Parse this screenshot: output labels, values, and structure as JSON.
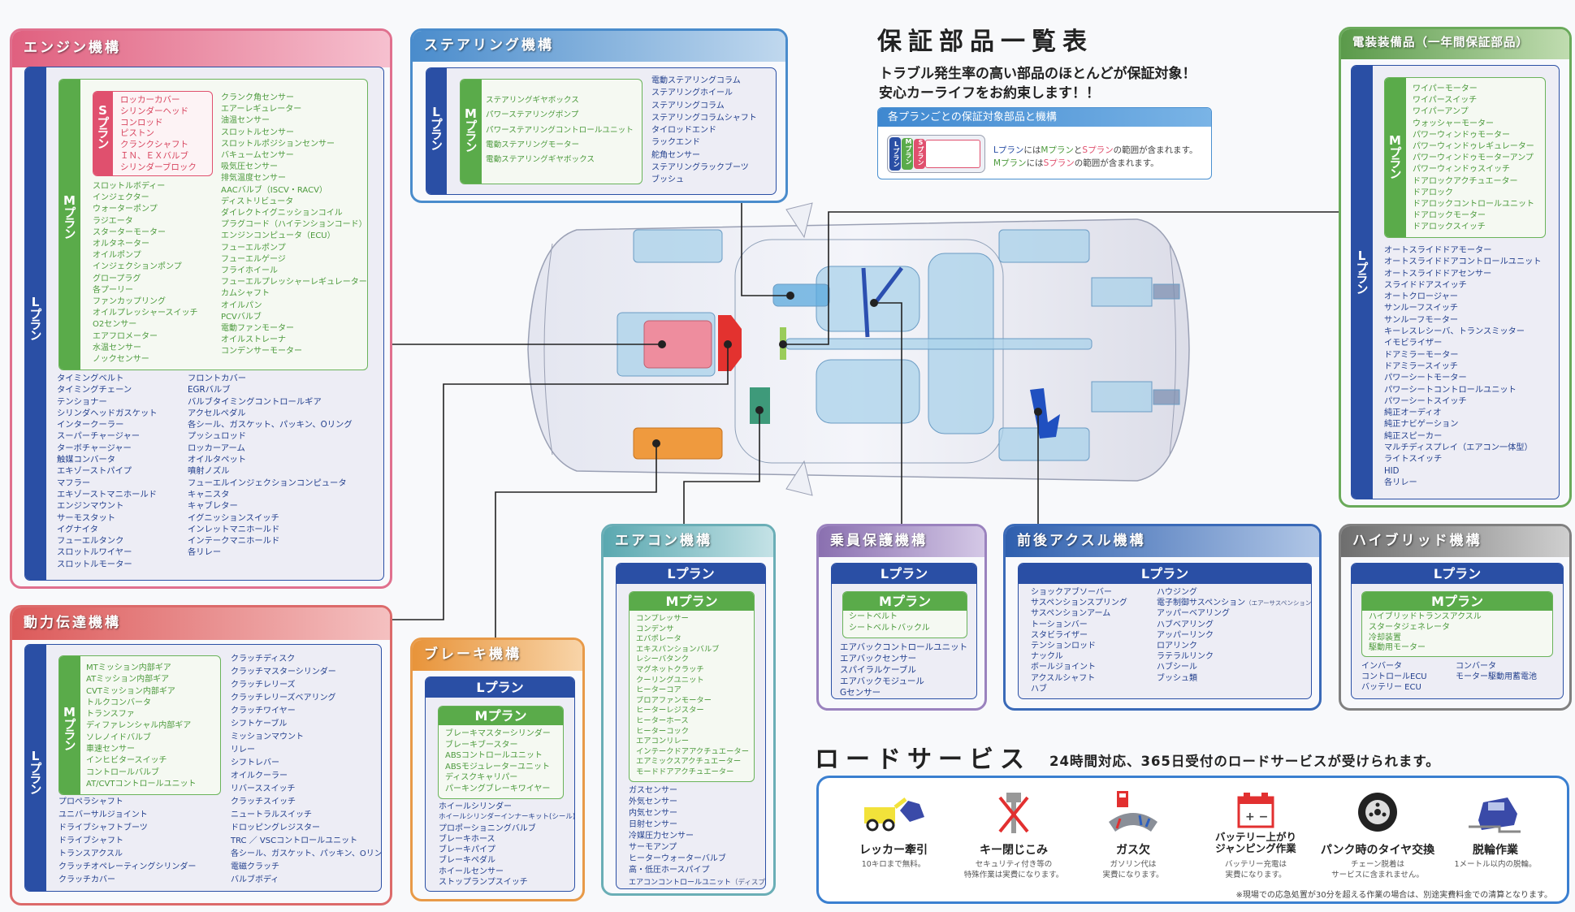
{
  "header": {
    "title": "保証部品一覧表",
    "subtitle_1": "トラブル発生率の高い部品のほとんどが保証対象！",
    "subtitle_2": "安心カーライフをお約束します！！",
    "info_title": "各プランごとの保証対象部品と機構",
    "legend_l": "Lプラン",
    "legend_m": "Mプラン",
    "legend_s": "Sプラン",
    "line1": {
      "a": "Lプラン",
      "b": "には",
      "c": "Mプラン",
      "d": "と",
      "e": "Sプラン",
      "f": "の範囲が含まれます。"
    },
    "line2": {
      "a": "Mプラン",
      "b": "には",
      "c": "Sプラン",
      "d": "の範囲が含まれます。"
    }
  },
  "engine": {
    "title": "エンジン機構",
    "l_label": "Lプラン",
    "m_label": "Mプラン",
    "s_label": "Sプラン",
    "s_items": [
      "ロッカーカバー",
      "シリンダーヘッド",
      "コンロッド",
      "ピストン",
      "クランクシャフト",
      "ＩＮ、ＥＸバルブ",
      "シリンダーブロック"
    ],
    "m_left": [
      "スロットルボディー",
      "インジェクター",
      "ウォーターポンプ",
      "ラジエータ",
      "スターターモーター",
      "オルタネーター",
      "オイルポンプ",
      "インジェクションポンプ",
      "グロープラグ",
      "各プーリー",
      "ファンカップリング",
      "オイルプレッシャースイッチ",
      "O2センサー",
      "エアフロメーター",
      "水温センサー",
      "ノックセンサー"
    ],
    "m_right": [
      "クランク角センサー",
      "エアーレギュレーター",
      "油温センサー",
      "スロットルセンサー",
      "スロットルポジションセンサー",
      "バキュームセンサー",
      "吸気圧センサー",
      "排気温度センサー",
      "AACバルブ（ISCV・RACV）",
      "ディストリビュータ",
      "ダイレクトイグニッションコイル",
      "プラグコード（ハイテンションコード）",
      "エンジンコンピュータ（ECU）",
      "フューエルポンプ",
      "フューエルゲージ",
      "フライホイール",
      "フューエルプレッシャーレギュレーター",
      "カムシャフト",
      "オイルパン",
      "PCVバルブ",
      "電動ファンモーター",
      "オイルストレーナ",
      "コンデンサーモーター"
    ],
    "l_col1": [
      "タイミングベルト",
      "タイミングチェーン",
      "テンショナー",
      "シリンダヘッドガスケット",
      "インタークーラー",
      "スーパーチャージャー",
      "ターボチャージャー",
      "触媒コンバータ",
      "エキゾーストパイプ",
      "マフラー",
      "エキゾーストマニホールド",
      "エンジンマウント",
      "サーモスタット",
      "イグナイタ",
      "フューエルタンク",
      "スロットルワイヤー",
      "スロットルモーター"
    ],
    "l_col2": [
      "フロントカバー",
      "EGRバルブ",
      "バルブタイミングコントロールギア",
      "アクセルペダル",
      "各シール、ガスケット、パッキン、Oリング",
      "プッシュロッド",
      "ロッカーアーム",
      "オイルタペット",
      "噴射ノズル",
      "フューエルインジェクションコンピュータ",
      "キャニスタ",
      "キャブレター",
      "イグニッションスイッチ",
      "インレットマニホールド",
      "インテークマニホールド",
      "各リレー"
    ]
  },
  "steering": {
    "title": "ステアリング機構",
    "l_label": "Lプラン",
    "m_label": "Mプラン",
    "m_items": [
      "ステアリングギヤボックス",
      "パワーステアリングポンプ",
      "パワーステアリングコントロールユニット",
      "電動ステアリングモーター",
      "電動ステアリングギヤボックス"
    ],
    "l_items": [
      "電動ステアリングコラム",
      "ステアリングホイール",
      "ステアリングコラム",
      "ステアリングコラムシャフト",
      "タイロッドエンド",
      "ラックエンド",
      "舵角センサー",
      "ステアリングラックブーツ",
      "ブッシュ"
    ]
  },
  "electrical": {
    "title": "電装装備品（一年間保証部品）",
    "l_label": "Lプラン",
    "m_label": "Mプラン",
    "m_items": [
      "ワイパーモーター",
      "ワイパースイッチ",
      "ワイパーアンプ",
      "ウォッシャーモーター",
      "パワーウィンドゥモーター",
      "パワーウィンドゥレギュレーター",
      "パワーウィンドゥモーターアンプ",
      "パワーウィンドゥスイッチ",
      "ドアロックアクチュエーター",
      "ドアロック",
      "ドアロックコントロールユニット",
      "ドアロックモーター",
      "ドアロックスイッチ"
    ],
    "l_items": [
      "オートスライドドアモーター",
      "オートスライドドアコントロールユニット",
      "オートスライドドアセンサー",
      "スライドドアスイッチ",
      "オートクロージャー",
      "サンルーフスイッチ",
      "サンルーフモーター",
      "キーレスレシーバ、トランスミッター",
      "イモビライザー",
      "ドアミラーモーター",
      "ドアミラースイッチ",
      "パワーシートモーター",
      "パワーシートコントロールユニット",
      "パワーシートスイッチ",
      "純正オーディオ",
      "純正ナビゲーション",
      "純正スピーカー",
      "マルチディスプレイ（エアコン一体型）",
      "ライトスイッチ",
      "HID",
      "各リレー"
    ]
  },
  "transmission": {
    "title": "動力伝達機構",
    "l_label": "Lプラン",
    "m_label": "Mプラン",
    "m_items": [
      "MTミッション内部ギア",
      "ATミッション内部ギア",
      "CVTミッション内部ギア",
      "トルクコンバータ",
      "トランスファ",
      "ディファレンシャル内部ギア",
      "ソレノイドバルブ",
      "車速センサー",
      "インヒビタースイッチ",
      "コントロールバルブ",
      "AT/CVTコントロールユニット"
    ],
    "l_col1": [
      "プロペラシャフト",
      "ユニバーサルジョイント",
      "ドライブシャフトブーツ",
      "ドライブシャフト",
      "トランスアクスル",
      "クラッチオペレーティングシリンダー",
      "クラッチカバー"
    ],
    "l_col2": [
      "クラッチディスク",
      "クラッチマスターシリンダー",
      "クラッチレリーズ",
      "クラッチレリーズベアリング",
      "クラッチワイヤー",
      "シフトケーブル",
      "ミッションマウント",
      "リレー",
      "シフトレバー",
      "オイルクーラー",
      "リバーススイッチ",
      "クラッチスイッチ",
      "ニュートラルスイッチ",
      "ドロッピングレジスター",
      "TRC ／ VSCコントロールユニット",
      "各シール、ガスケット、パッキン、Oリング",
      "電磁クラッチ",
      "バルブボディ"
    ]
  },
  "brake": {
    "title": "ブレーキ機構",
    "l_label": "Lプラン",
    "m_label": "Mプラン",
    "m_items": [
      "ブレーキマスターシリンダー",
      "ブレーキブースター",
      "ABSコントロールユニット",
      "ABSモジュレーターユニット",
      "ディスクキャリパー",
      "パーキングブレーキワイヤー"
    ],
    "l_items": [
      "ホイールシリンダー",
      "ホイールシリンダーインナーキット(シール)",
      "プロポーショニングバルブ",
      "ブレーキホース",
      "ブレーキパイプ",
      "ブレーキペダル",
      "ホイールセンサー",
      "ストップランプスイッチ"
    ]
  },
  "aircon": {
    "title": "エアコン機構",
    "l_label": "Lプラン",
    "m_label": "Mプラン",
    "m_items": [
      "コンプレッサー",
      "コンデンサ",
      "エバポレータ",
      "エキスパンションバルブ",
      "レシーバタンク",
      "マグネットクラッチ",
      "クーリングユニット",
      "ヒーターコア",
      "ブロアファンモーター",
      "ヒーターレジスター",
      "ヒーターホース",
      "ヒーターコック",
      "エアコンリレー",
      "インテークドアアクチュエーター",
      "エアミックスアクチュエーター",
      "モードドアアクチュエーター"
    ],
    "l_items": [
      "ガスセンサー",
      "外気センサー",
      "内気センサー",
      "日射センサー",
      "冷媒圧力センサー",
      "サーモアンプ",
      "ヒーターウォーターバルブ",
      "高・低圧ホースパイプ"
    ],
    "l_last": "エアコンコントロールユニット",
    "l_last_note": "（ディスプレイ除く）"
  },
  "occupant": {
    "title": "乗員保護機構",
    "l_label": "Lプラン",
    "m_label": "Mプラン",
    "m_items": [
      "シートベルト",
      "シートベルトバックル"
    ],
    "l_items": [
      "エアバックコントロールユニット",
      "エアバックセンサー",
      "スパイラルケーブル",
      "エアバックモジュール",
      "Gセンサー"
    ]
  },
  "axle": {
    "title": "前後アクスル機構",
    "l_label": "Lプラン",
    "l_col1": [
      "ショックアブソーバー",
      "サスペンションスプリング",
      "サスペンションアーム",
      "トーションバー",
      "スタビライザー",
      "テンションロッド",
      "ナックル",
      "ボールジョイント",
      "アクスルシャフト",
      "ハブ"
    ],
    "l_col2_first": "ハウジング",
    "l_col2_second": "電子制御サスペンション",
    "l_col2_second_note": "（エアーサスペンション）",
    "l_col2": [
      "アッパーベアリング",
      "ハブベアリング",
      "アッパーリンク",
      "ロアリンク",
      "ラテラルリンク",
      "ハブシール",
      "ブッシュ類"
    ]
  },
  "hybrid": {
    "title": "ハイブリッド機構",
    "l_label": "Lプラン",
    "m_label": "Mプラン",
    "m_items": [
      "ハイブリッドトランスアクスル",
      "スタータジェネレータ",
      "冷却装置",
      "駆動用モーター"
    ],
    "l_col1": [
      "インバータ",
      "コントロールECU",
      "バッテリー ECU"
    ],
    "l_col2": [
      "コンバータ",
      "モーター駆動用蓄電池"
    ]
  },
  "road_service": {
    "title": "ロードサービス",
    "subtitle": "24時間対応、365日受付のロードサービスが受けられます。",
    "items": [
      {
        "icon": "tow-truck-icon",
        "label": "レッカー牽引",
        "note": "10キロまで無料。"
      },
      {
        "icon": "key-lockout-icon",
        "label": "キー閉じこみ",
        "note": "セキュリティ付き等の\n特殊作業は実費になります。"
      },
      {
        "icon": "fuel-icon",
        "label": "ガス欠",
        "note": "ガソリン代は\n実費になります。"
      },
      {
        "icon": "battery-icon",
        "label": "バッテリー上がり\nジャンピング作業",
        "note": "バッテリー充電は\n実費になります。"
      },
      {
        "icon": "tire-icon",
        "label": "パンク時のタイヤ交換",
        "note": "チェーン脱着は\nサービスに含まれません。"
      },
      {
        "icon": "wheel-off-icon",
        "label": "脱輪作業",
        "note": "1メートル以内の脱輪。"
      }
    ],
    "footnote": "※現場での応急処置が30分を超える作業の場合は、別途実費料金での清算となります。"
  },
  "colors": {
    "l_plan": "#2a4fa5",
    "m_plan": "#5aab4a",
    "s_plan": "#e0506e"
  }
}
